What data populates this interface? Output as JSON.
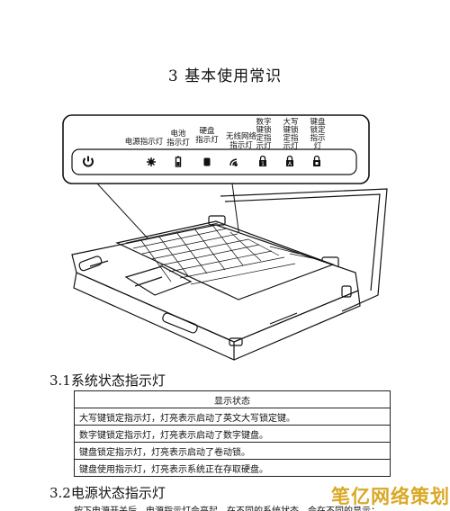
{
  "chapter": {
    "title": "3  基本使用常识"
  },
  "figure": {
    "labels": {
      "power": "电源指示灯",
      "battery": [
        "电池",
        "指示灯"
      ],
      "hdd": [
        "硬盘",
        "指示灯"
      ],
      "wireless": [
        "无线网络",
        "指示灯"
      ],
      "numlock": [
        "数字",
        "键锁",
        "定指",
        "示灯"
      ],
      "capslock": [
        "大写",
        "键锁",
        "定指",
        "示灯"
      ],
      "scrolllock": [
        "键盘",
        "锁定",
        "指示",
        "灯"
      ]
    },
    "icons": [
      "power-icon",
      "sun-icon",
      "battery-icon",
      "hdd-icon",
      "wireless-icon",
      "numlock-icon",
      "capslock-icon",
      "scrolllock-icon"
    ]
  },
  "section31": {
    "title": "3.1系统状态指示灯",
    "table_header": "显示状态",
    "rows": [
      "大写键锁定指示灯，灯亮表示启动了英文大写锁定键。",
      "数字键锁定指示灯，灯亮表示启动了数字键盘。",
      "键盘锁定指示灯，灯亮表示启动了卷动锁。",
      "键盘使用指示灯，灯亮表示系统正在存取硬盘。"
    ]
  },
  "section32": {
    "title": "3.2电源状态指示灯",
    "text": "按下电源开关后，电源指示灯会亮起，在不同的系统状态，会在不同的显示："
  },
  "watermark": {
    "text": "笔亿网络策划"
  }
}
